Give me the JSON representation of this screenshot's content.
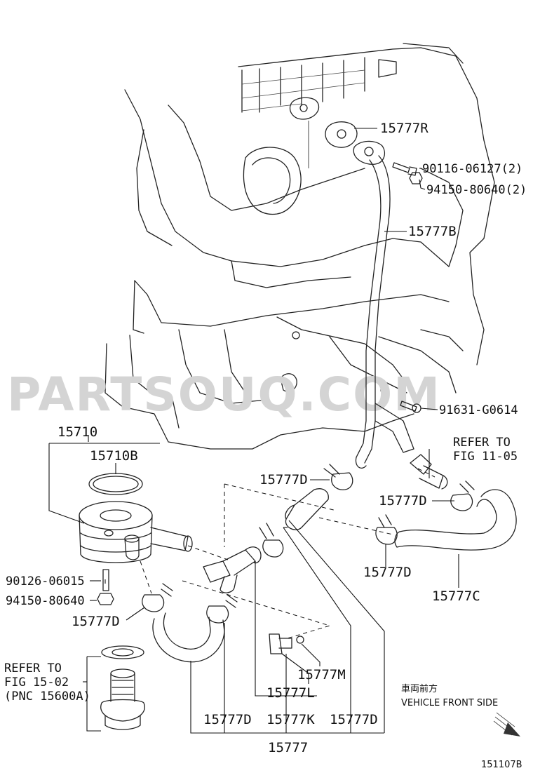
{
  "watermark": "PARTSOUQ.COM",
  "diagram_id": "151107B",
  "callouts": {
    "p15777R": "15777R",
    "p90116": "90116-06127(2)",
    "p94150a": "94150-80640(2)",
    "p15777B": "15777B",
    "p91631": "91631-G0614",
    "p15710": "15710",
    "p15710B": "15710B",
    "p15777D_a": "15777D",
    "p15777D_b": "15777D",
    "p15777D_c": "15777D",
    "p15777D_d": "15777D",
    "p15777D_e": "15777D",
    "p15777D_f": "15777D",
    "p15777C": "15777C",
    "p90126": "90126-06015",
    "p94150b": "94150-80640",
    "p15777M": "15777M",
    "p15777L": "15777L",
    "p15777K": "15777K",
    "p15777": "15777"
  },
  "refer_right": {
    "line1": "REFER TO",
    "line2": "FIG 11-05"
  },
  "refer_left": {
    "line1": "REFER TO",
    "line2": "FIG 15-02",
    "line3": "(PNC 15600A)"
  },
  "front_note": {
    "jp": "車両前方",
    "en": "VEHICLE FRONT SIDE"
  }
}
